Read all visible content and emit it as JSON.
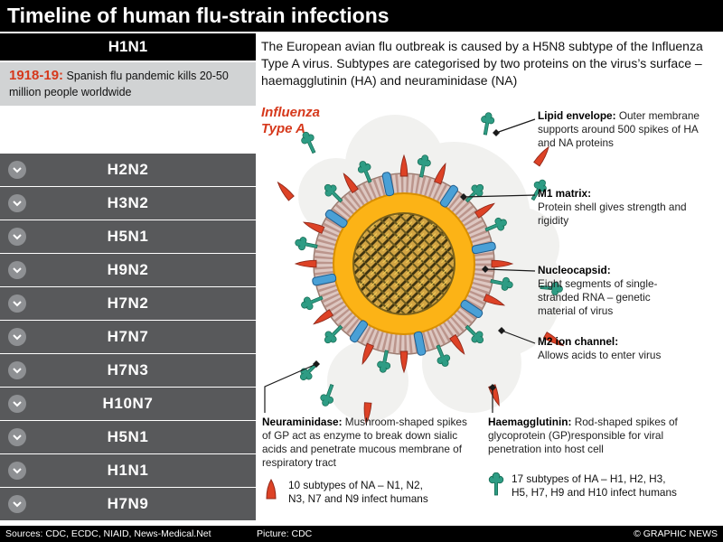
{
  "header": {
    "title": "Timeline of human flu-strain infections"
  },
  "sidebar": {
    "active": {
      "label": "H1N1",
      "period": "1918-19:",
      "description": "Spanish flu pandemic kills 20-50 million people worldwide"
    },
    "items": [
      "H2N2",
      "H3N2",
      "H5N1",
      "H9N2",
      "H7N2",
      "H7N7",
      "H7N3",
      "H10N7",
      "H5N1",
      "H1N1",
      "H7N9"
    ]
  },
  "main": {
    "intro": "The European avian flu outbreak is caused by a H5N8 subtype of the Influenza Type A virus. Subtypes are categorised by two proteins on the virus’s surface – haemagglutinin (HA) and neuraminidase (NA)",
    "virus_label": "Influenza\nType A",
    "annotations": [
      {
        "title": "Lipid envelope:",
        "text": "Outer membrane supports around 500 spikes of HA and NA proteins"
      },
      {
        "title": "M1 matrix:",
        "text": "Protein shell gives strength and rigidity"
      },
      {
        "title": "Nucleocapsid:",
        "text": "Eight segments of single-stranded RNA – genetic material of virus"
      },
      {
        "title": "M2 ion channel:",
        "text": "Allows acids to enter virus"
      },
      {
        "title": "Neuraminidase:",
        "text": "Mushroom-shaped spikes of GP act as enzyme to break down sialic acids and penetrate mucous membrane of respiratory tract"
      },
      {
        "title": "Haemagglutinin:",
        "text": "Rod-shaped spikes of glycoprotein (GP)responsible for viral penetration into host cell"
      }
    ],
    "legend": [
      {
        "icon": "na-spike-icon",
        "text": "10 subtypes of NA – N1, N2, N3, N7 and N9 infect humans"
      },
      {
        "icon": "ha-spike-icon",
        "text": "17 subtypes of HA – H1, H2, H3, H5, H7, H9 and H10 infect humans"
      }
    ]
  },
  "footer": {
    "sources": "Sources: CDC, ECDC, NIAID, News-Medical.Net",
    "picture": "Picture: CDC",
    "credit": "© GRAPHIC NEWS"
  },
  "colors": {
    "accent_red": "#d6391c",
    "sidebar_gray": "#58595b",
    "info_gray": "#d1d3d4",
    "ha_red": "#dd4226",
    "na_teal": "#2e9c84",
    "m2_blue": "#4aa0d6",
    "core_yellow": "#fcb316"
  }
}
